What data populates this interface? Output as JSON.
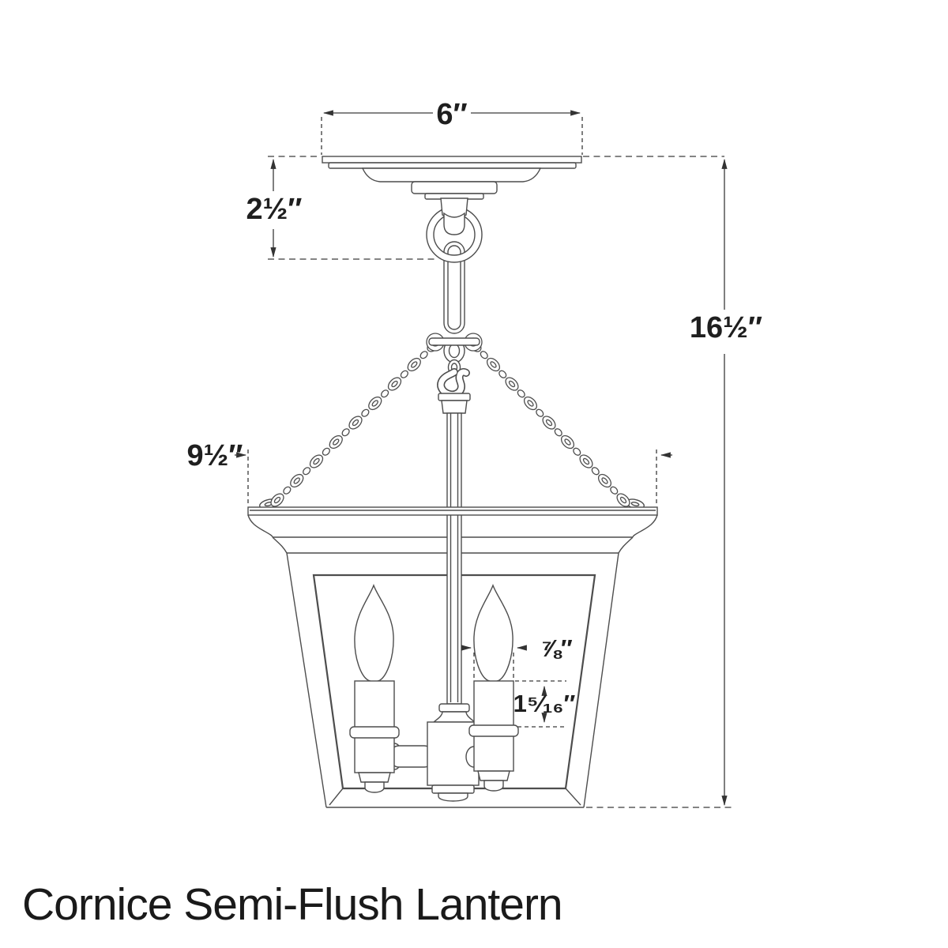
{
  "title": "Cornice Semi-Flush Lantern",
  "dimensions": {
    "canopy_width": "6″",
    "canopy_drop": "2½″",
    "overall_height": "16½″",
    "lantern_width": "9½″",
    "candle_width": "⅞″",
    "socket_height": "1⁵⁄₁₆″"
  },
  "colors": {
    "drawing_line": "#4d4d4d",
    "dimension_line": "#3a3a3a",
    "text": "#1f1f1f"
  }
}
